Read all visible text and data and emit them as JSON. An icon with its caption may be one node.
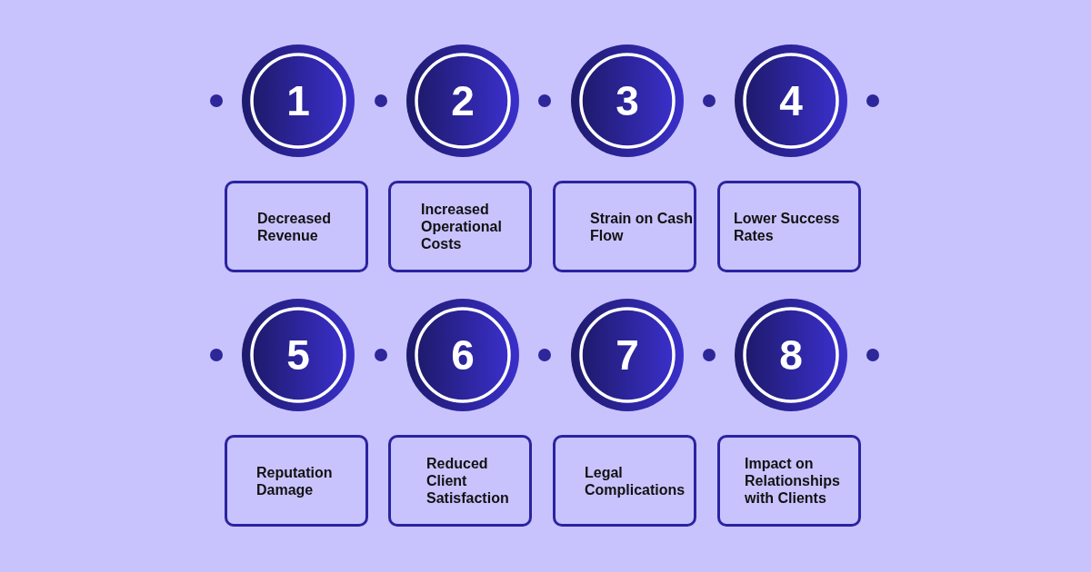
{
  "diagram": {
    "nodes": [
      {
        "text": [
          "1"
        ]
      },
      {
        "text": [
          "2"
        ]
      },
      {
        "text": [
          "3"
        ]
      },
      {
        "text": [
          "4"
        ]
      },
      {
        "text": [
          "Decreased Revenue"
        ]
      },
      {
        "text": [
          "Increased Operational Costs"
        ]
      },
      {
        "text": [
          "Strain on Cash Flow"
        ]
      },
      {
        "text": [
          "Lower Success Rates"
        ]
      },
      {
        "text": [
          "5"
        ]
      },
      {
        "text": [
          "6"
        ]
      },
      {
        "text": [
          "7"
        ]
      },
      {
        "text": [
          "8"
        ]
      },
      {
        "text": [
          "Reputation Damage"
        ]
      },
      {
        "text": [
          "Reduced Client Satisfaction"
        ]
      },
      {
        "text": [
          "Legal Complications"
        ]
      },
      {
        "text": [
          "Impact on Relationships with Clients"
        ]
      }
    ]
  }
}
